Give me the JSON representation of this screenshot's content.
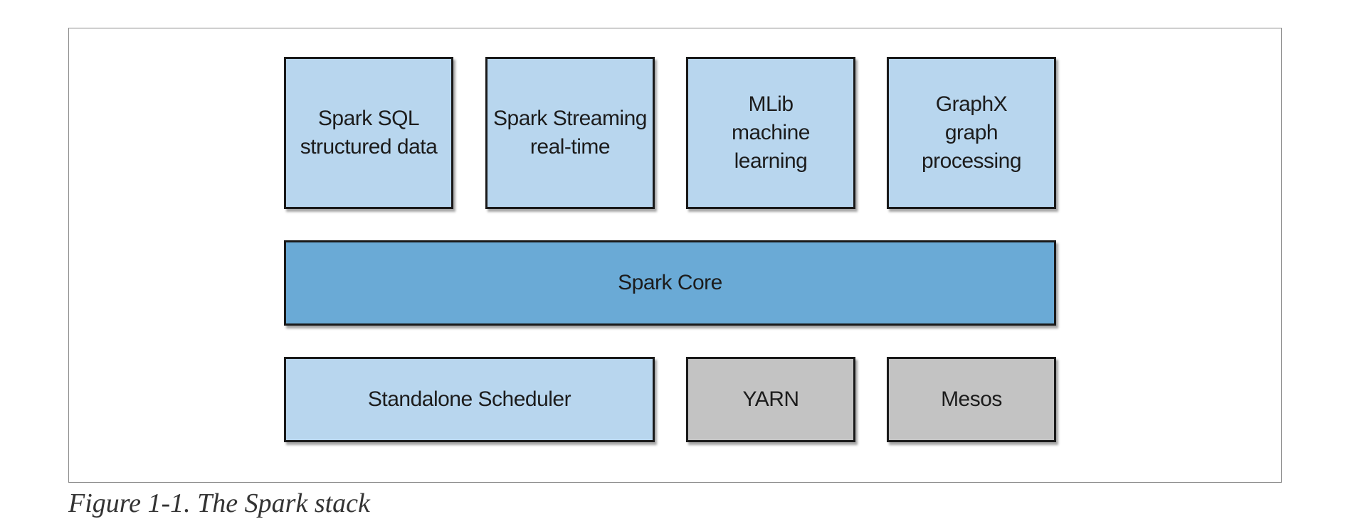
{
  "diagram": {
    "top_row": [
      {
        "lines": [
          "Spark SQL",
          "structured data"
        ]
      },
      {
        "lines": [
          "Spark Streaming",
          "real-time"
        ]
      },
      {
        "lines": [
          "MLib",
          "machine",
          "learning"
        ]
      },
      {
        "lines": [
          "GraphX",
          "graph",
          "processing"
        ]
      }
    ],
    "core": {
      "label": "Spark Core"
    },
    "bottom_row": [
      {
        "label": "Standalone Scheduler"
      },
      {
        "label": "YARN"
      },
      {
        "label": "Mesos"
      }
    ]
  },
  "colors": {
    "component_fill": "#b8d6ee",
    "core_fill": "#6aaad6",
    "external_scheduler_fill": "#c3c3c3",
    "border": "#1a1a1a"
  },
  "caption": {
    "text": "Figure 1-1. The Spark stack"
  }
}
